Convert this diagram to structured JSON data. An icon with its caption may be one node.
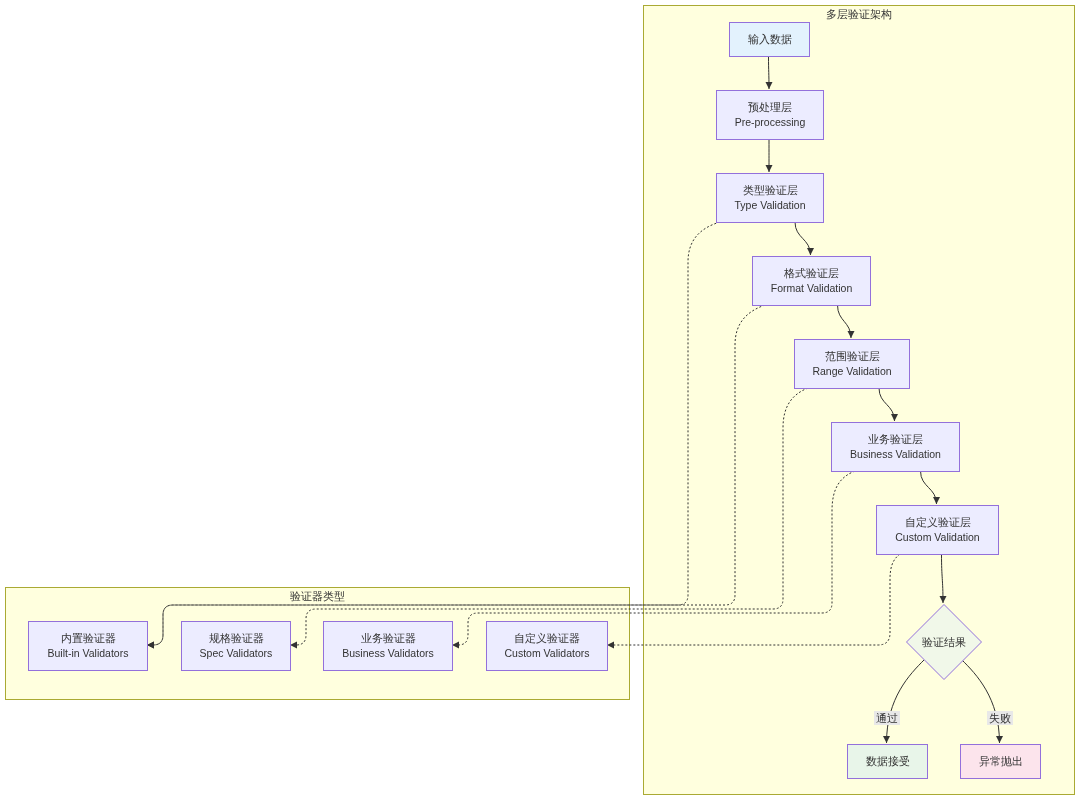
{
  "diagram": {
    "nodes": [
      {
        "text": [
          "多层验证架构"
        ]
      },
      {
        "text": [
          "输入数据"
        ],
        "in": 0
      },
      {
        "text": [
          "预处理层",
          "Pre-processing"
        ],
        "in": 0
      },
      {
        "text": [
          "类型验证层",
          "Type Validation"
        ],
        "in": 0
      },
      {
        "text": [
          "格式验证层",
          "Format Validation"
        ],
        "in": 0
      },
      {
        "text": [
          "范围验证层",
          "Range Validation"
        ],
        "in": 0
      },
      {
        "text": [
          "业务验证层",
          "Business Validation"
        ],
        "in": 0
      },
      {
        "text": [
          "自定义验证层",
          "Custom Validation"
        ],
        "in": 0
      },
      {
        "text": [
          "验证结果"
        ],
        "in": 0
      },
      {
        "text": [
          "数据接受"
        ],
        "in": 0
      },
      {
        "text": [
          "异常抛出"
        ],
        "in": 0
      },
      {
        "text": [
          "验证器类型"
        ]
      },
      {
        "text": [
          "内置验证器",
          "Built-in Validators"
        ],
        "in": 11
      },
      {
        "text": [
          "规格验证器",
          "Spec Validators"
        ],
        "in": 11
      },
      {
        "text": [
          "业务验证器",
          "Business Validators"
        ],
        "in": 11
      },
      {
        "text": [
          "自定义验证器",
          "Custom Validators"
        ],
        "in": 11
      }
    ],
    "edges": [
      {
        "from": 1,
        "to": 2,
        "arrow": "to"
      },
      {
        "from": 2,
        "to": 3,
        "arrow": "to"
      },
      {
        "from": 3,
        "to": 4,
        "arrow": "to"
      },
      {
        "from": 4,
        "to": 5,
        "arrow": "to"
      },
      {
        "from": 5,
        "to": 6,
        "arrow": "to"
      },
      {
        "from": 6,
        "to": 7,
        "arrow": "to"
      },
      {
        "from": 7,
        "to": 8,
        "arrow": "to"
      },
      {
        "from": 8,
        "to": 9,
        "arrow": "to",
        "label": "通过"
      },
      {
        "from": 8,
        "to": 10,
        "arrow": "to",
        "label": "失败"
      },
      {
        "from": 3,
        "to": 12,
        "arrow": "to",
        "style": "dashed"
      },
      {
        "from": 4,
        "to": 12,
        "arrow": "to",
        "style": "dashed"
      },
      {
        "from": 5,
        "to": 13,
        "arrow": "to",
        "style": "dashed"
      },
      {
        "from": 6,
        "to": 14,
        "arrow": "to",
        "style": "dashed"
      },
      {
        "from": 7,
        "to": 15,
        "arrow": "to",
        "style": "dashed"
      }
    ]
  }
}
